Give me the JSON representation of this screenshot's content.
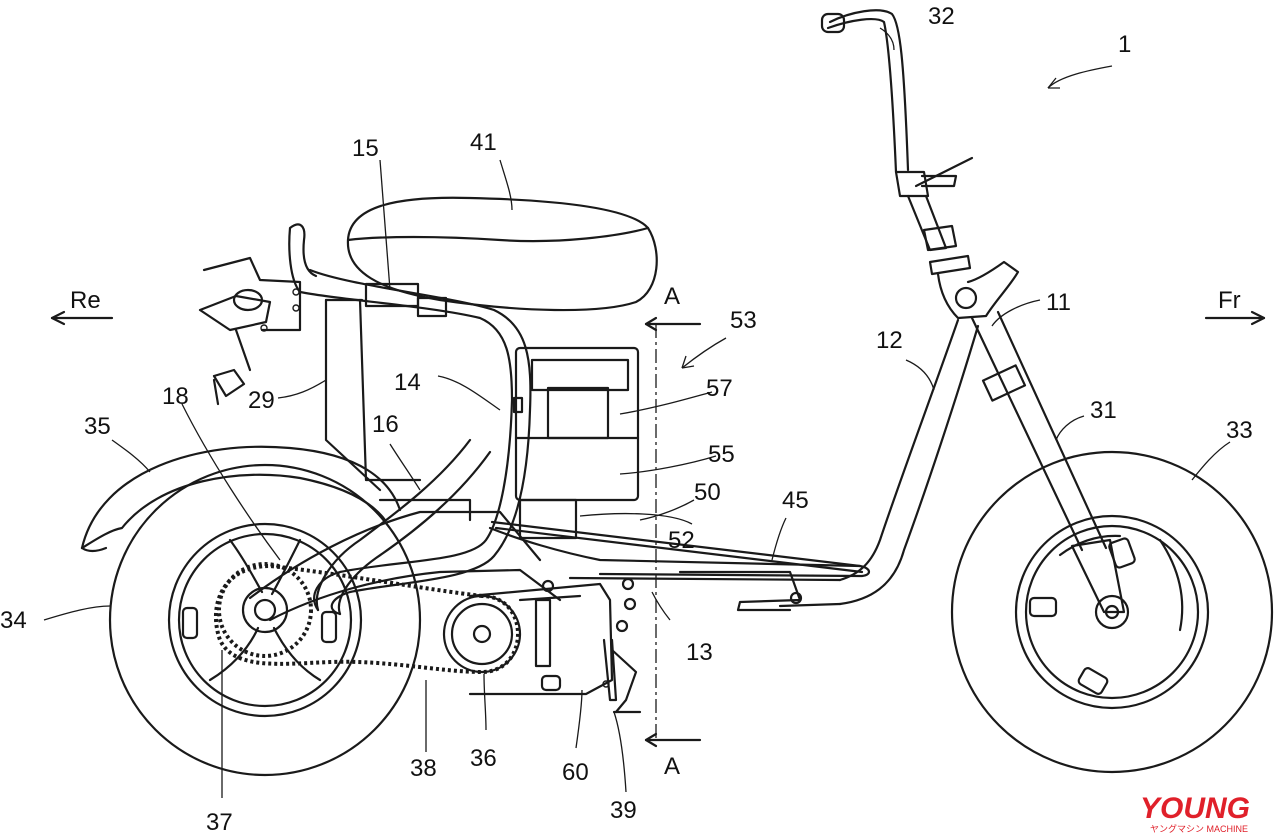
{
  "labels": {
    "n1": "1",
    "n11": "11",
    "n12": "12",
    "n13": "13",
    "n14": "14",
    "n15": "15",
    "n16": "16",
    "n18": "18",
    "n29": "29",
    "n31": "31",
    "n32": "32",
    "n33": "33",
    "n34": "34",
    "n35": "35",
    "n36": "36",
    "n37": "37",
    "n38": "38",
    "n39": "39",
    "n41": "41",
    "n45": "45",
    "n50": "50",
    "n52": "52",
    "n53": "53",
    "n55": "55",
    "n57": "57",
    "n60": "60"
  },
  "section": {
    "top": "A",
    "bottom": "A"
  },
  "direction": {
    "rear": "Re",
    "front": "Fr"
  },
  "watermark": {
    "text": "YOUNG",
    "subtext": "ヤングマシン MACHINE",
    "color": "#e0202a"
  }
}
